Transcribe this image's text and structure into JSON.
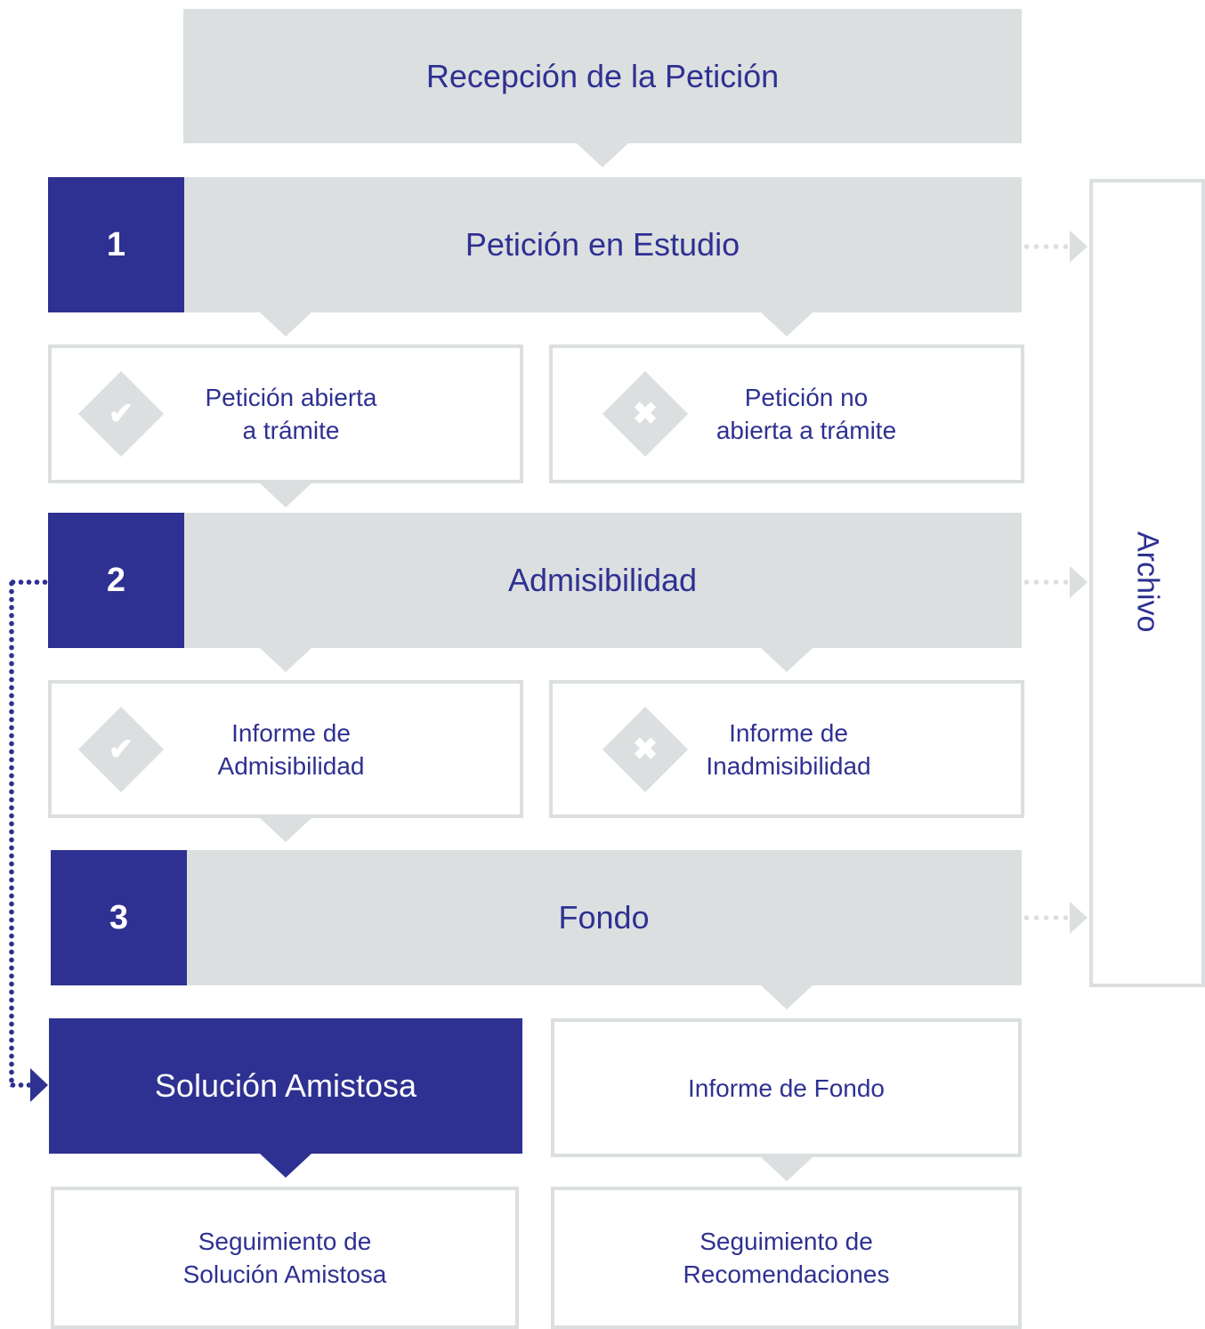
{
  "header": {
    "title": "Recepción de la Petición"
  },
  "stages": [
    {
      "number": "1",
      "title": "Petición en Estudio"
    },
    {
      "number": "2",
      "title": "Admisibilidad"
    },
    {
      "number": "3",
      "title": "Fondo"
    }
  ],
  "stage1_outcomes": {
    "open": {
      "label": "Petición abierta\na trámite",
      "icon": "check-icon"
    },
    "not_open": {
      "label": "Petición no\nabierta a trámite",
      "icon": "x-icon"
    }
  },
  "stage2_outcomes": {
    "admissible": {
      "label": "Informe de\nAdmisibilidad",
      "icon": "check-icon"
    },
    "inadmissible": {
      "label": "Informe de\nInadmisibilidad",
      "icon": "x-icon"
    }
  },
  "stage3_outcomes": {
    "friendly_settlement": {
      "label": "Solución Amistosa"
    },
    "merits_report": {
      "label": "Informe de Fondo"
    }
  },
  "followups": {
    "friendly_settlement": {
      "label": "Seguimiento de\nSolución Amistosa"
    },
    "recommendations": {
      "label": "Seguimiento de\nRecomendaciones"
    }
  },
  "archive": {
    "label": "Archivo"
  },
  "colors": {
    "navy": "#2e3191",
    "gray": "#dcdfe0"
  }
}
